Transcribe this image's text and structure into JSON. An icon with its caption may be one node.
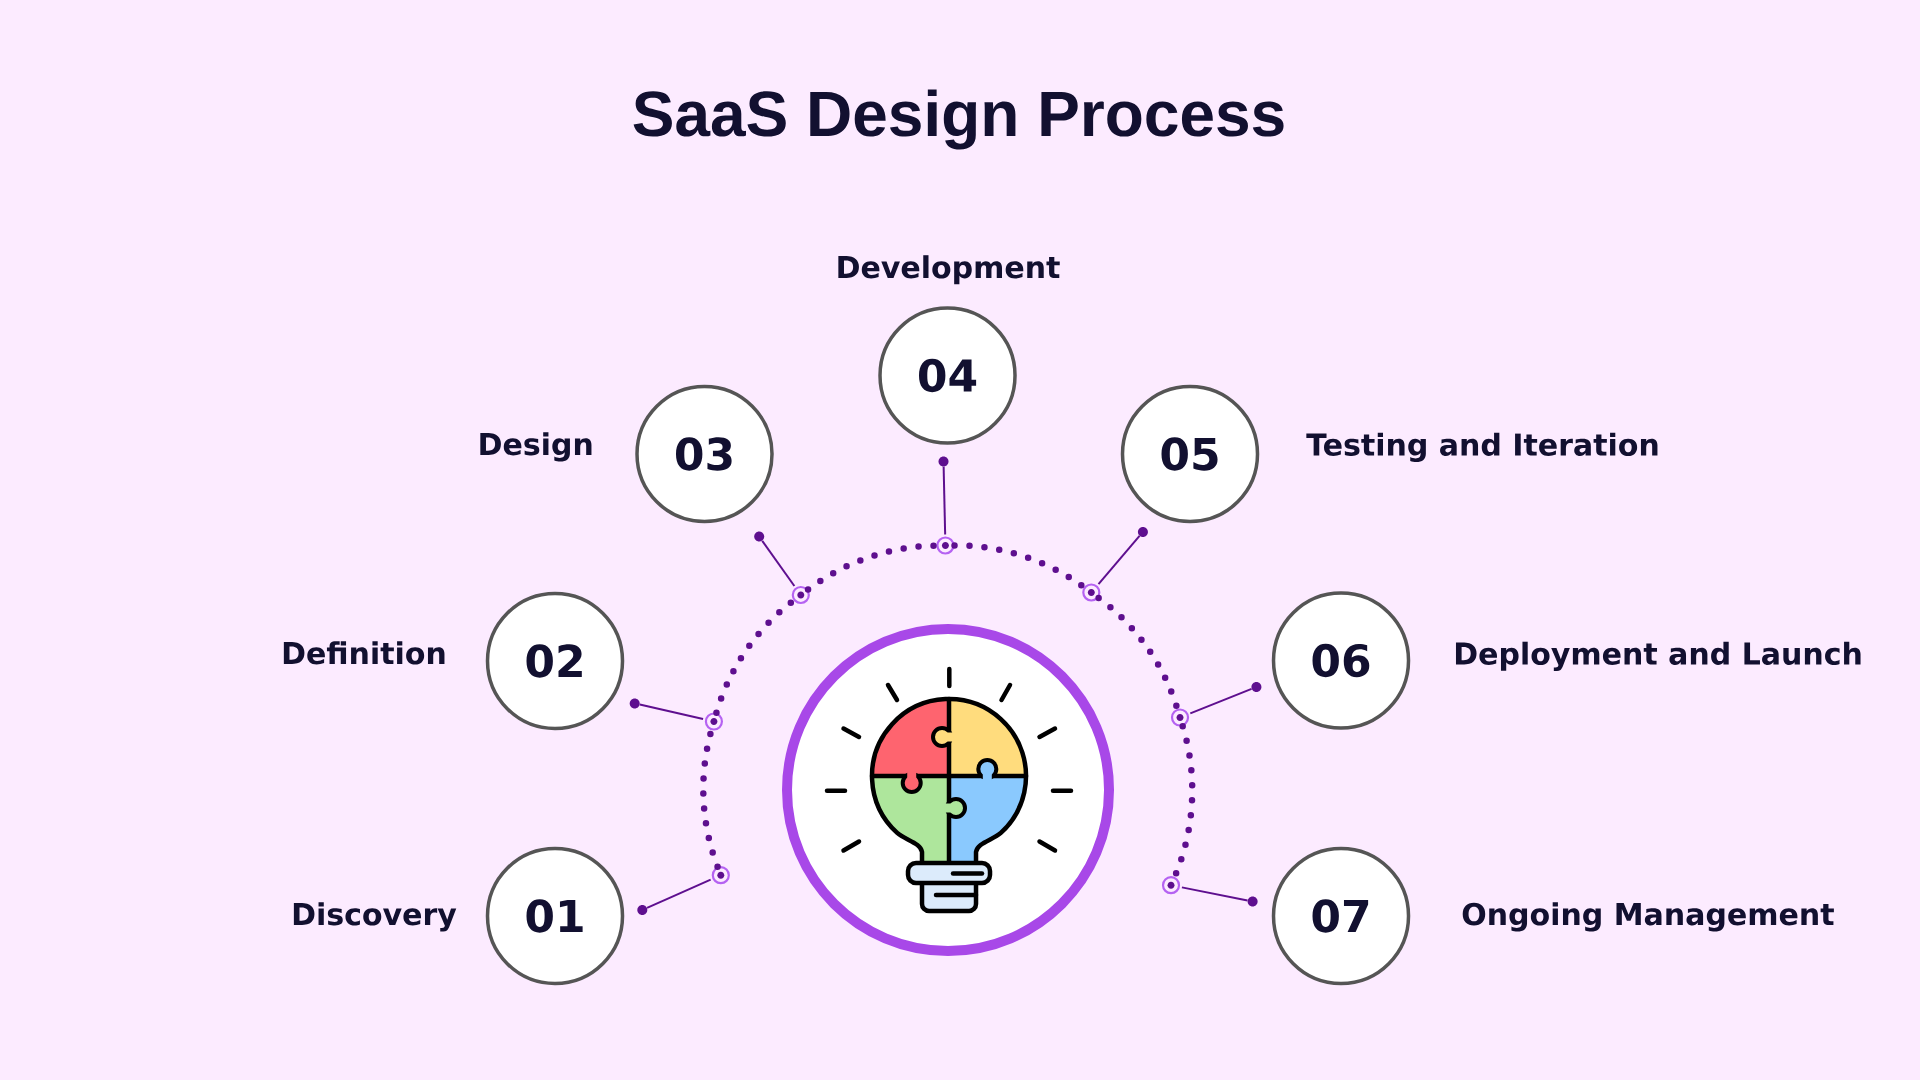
{
  "diagram": {
    "title": "SaaS Design Process",
    "nodes": [
      {
        "text": [
          "01"
        ],
        "beside": [
          "Discovery"
        ]
      },
      {
        "text": [
          "02"
        ],
        "beside": [
          "Definition"
        ]
      },
      {
        "text": [
          "03"
        ],
        "beside": [
          "Design"
        ]
      },
      {
        "text": [
          "04"
        ],
        "beside": [
          "Development"
        ]
      },
      {
        "text": [
          "05"
        ],
        "beside": [
          "Testing and Iteration"
        ]
      },
      {
        "text": [
          "06"
        ],
        "beside": [
          "Deployment and Launch"
        ]
      },
      {
        "text": [
          "07"
        ],
        "beside": [
          "Ongoing Management"
        ]
      },
      {
        "text": [],
        "shape": "circle"
      },
      {
        "text": [],
        "shape": "circle"
      },
      {
        "text": [],
        "shape": "circle"
      },
      {
        "text": [],
        "shape": "circle"
      },
      {
        "text": [],
        "shape": "circle"
      },
      {
        "text": [],
        "shape": "circle"
      },
      {
        "text": [],
        "shape": "circle"
      },
      {
        "text": [],
        "shape": "circle"
      },
      {
        "text": [],
        "shape": "circle"
      },
      {
        "text": [],
        "shape": "circle"
      },
      {
        "text": [],
        "shape": "circle"
      },
      {
        "text": [],
        "shape": "circle"
      },
      {
        "text": [],
        "shape": "circle"
      },
      {
        "text": [],
        "shape": "circle"
      },
      {
        "text": [],
        "shape": "circle"
      }
    ],
    "edges": [
      {
        "from": 15,
        "to": 8,
        "arrow": "none"
      },
      {
        "from": 16,
        "to": 9,
        "arrow": "none"
      },
      {
        "from": 17,
        "to": 10,
        "arrow": "none"
      },
      {
        "from": 18,
        "to": 11,
        "arrow": "none"
      },
      {
        "from": 19,
        "to": 12,
        "arrow": "none"
      },
      {
        "from": 20,
        "to": 13,
        "arrow": "none"
      },
      {
        "from": 21,
        "to": 14,
        "arrow": "none"
      },
      {
        "from": 8,
        "to": 9,
        "arrow": "none",
        "style": "dashed"
      },
      {
        "from": 9,
        "to": 10,
        "arrow": "none",
        "style": "dashed"
      },
      {
        "from": 10,
        "to": 11,
        "arrow": "none",
        "style": "dashed"
      },
      {
        "from": 11,
        "to": 12,
        "arrow": "none",
        "style": "dashed"
      },
      {
        "from": 12,
        "to": 13,
        "arrow": "none",
        "style": "dashed"
      },
      {
        "from": 13,
        "to": 14,
        "arrow": "none",
        "style": "dashed"
      }
    ]
  }
}
